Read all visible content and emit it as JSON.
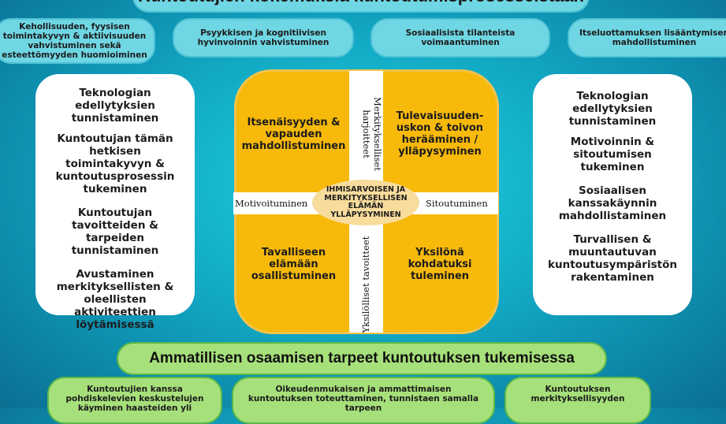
{
  "top": {
    "title": "Kuntoutujien kokemuksia kuntoutumisprosesseistaan",
    "items": [
      "Kehollisuuden, fyysisen toimintakyvyn & aktiivisuuden vahvistuminen sekä esteettömyyden huomioiminen",
      "Psyykkisen ja kognitiivisen hyvinvoinnin vahvistuminen",
      "Sosiaalisista tilanteista voimaantuminen",
      "Itseluottamuksen lisääntymisen mahdollistuminen"
    ]
  },
  "left_card": {
    "title": "Teknologian edellytyksien tunnistaminen",
    "items": [
      "Kuntoutujan tämän hetkisen toimintakyvyn & kuntoutusprosessin tukeminen",
      "Kuntoutujan tavoitteiden & tarpeiden tunnistaminen",
      "Avustaminen merkityksellisten & oleellisten aktiviteettien löytämisessä"
    ]
  },
  "right_card": {
    "title": "Teknologian edellytyksien tunnistaminen",
    "items": [
      "Motivoinnin & sitoutumisen tukeminen",
      "Sosiaalisen kanssakäynnin mahdollistaminen",
      "Turvallisen & muuntautuvan kuntoutusympäristön rakentaminen"
    ]
  },
  "center": {
    "quadrants": {
      "top_left": "Itsenäisyyden & vapauden mahdollistuminen",
      "top_right": "Tulevaisuuden-uskon & toivon herääminen / ylläpysyminen",
      "bottom_left": "Tavalliseen elämään osallistuminen",
      "bottom_right": "Yksilönä kohdatuksi tuleminen"
    },
    "axis_top": "Merkitykselliset harjoitteet",
    "axis_bottom": "Yksilölliset tavoitteet",
    "axis_left": "Motivoituminen",
    "axis_right": "Sitoutuminen",
    "core": "IHMISARVOISEN JA MERKITYKSELLISEN ELÄMÄN YLLÄPYSYMINEN"
  },
  "bottom": {
    "title": "Ammatillisen osaamisen tarpeet kuntoutuksen tukemisessa",
    "items": [
      "Kuntoutujien kanssa pohdiskelevien keskustelujen käyminen haasteiden yli",
      "Oikeudenmukaisen ja ammattimaisen kuntoutuksen toteuttaminen, tunnistaen samalla tarpeen",
      "Kuntoutuksen merkityksellisyyden"
    ]
  }
}
